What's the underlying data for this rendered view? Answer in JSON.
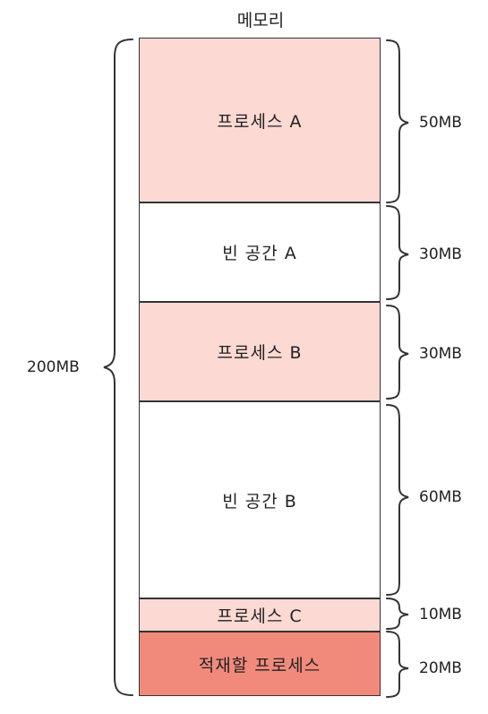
{
  "diagram": {
    "title": "메모리",
    "total_label": "200MB",
    "segments": [
      {
        "label": "프로세스 A",
        "size_label": "50MB",
        "size_mb": 50,
        "kind": "process",
        "fill": "#fdd9d4"
      },
      {
        "label": "빈 공간 A",
        "size_label": "30MB",
        "size_mb": 30,
        "kind": "free",
        "fill": "#ffffff"
      },
      {
        "label": "프로세스 B",
        "size_label": "30MB",
        "size_mb": 30,
        "kind": "process",
        "fill": "#fdd9d4"
      },
      {
        "label": "빈 공간 B",
        "size_label": "60MB",
        "size_mb": 60,
        "kind": "free",
        "fill": "#ffffff"
      },
      {
        "label": "프로세스 C",
        "size_label": "10MB",
        "size_mb": 10,
        "kind": "process",
        "fill": "#fdd9d4"
      },
      {
        "label": "적재할 프로세스",
        "size_label": "20MB",
        "size_mb": 20,
        "kind": "incoming-process",
        "fill": "#f28a7c"
      }
    ]
  }
}
